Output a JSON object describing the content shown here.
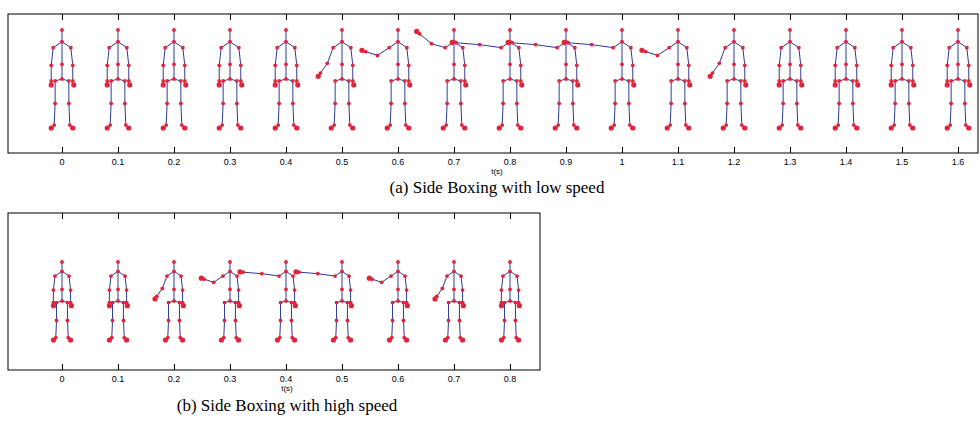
{
  "diagram": {
    "labels": [
      "0",
      "0.1",
      "0.2",
      "0.3",
      "0.4",
      "0.5",
      "0.6",
      "0.7",
      "0.8",
      "0.9",
      "1",
      "1.1",
      "1.2",
      "1.3",
      "1.4",
      "1.5",
      "1.6",
      "t(s)",
      "(a) Side Boxing with low speed",
      "0",
      "0.1",
      "0.2",
      "0.3",
      "0.4",
      "0.5",
      "0.6",
      "0.7",
      "0.8",
      "t(s)",
      "(b) Side Boxing with high speed"
    ]
  }
}
